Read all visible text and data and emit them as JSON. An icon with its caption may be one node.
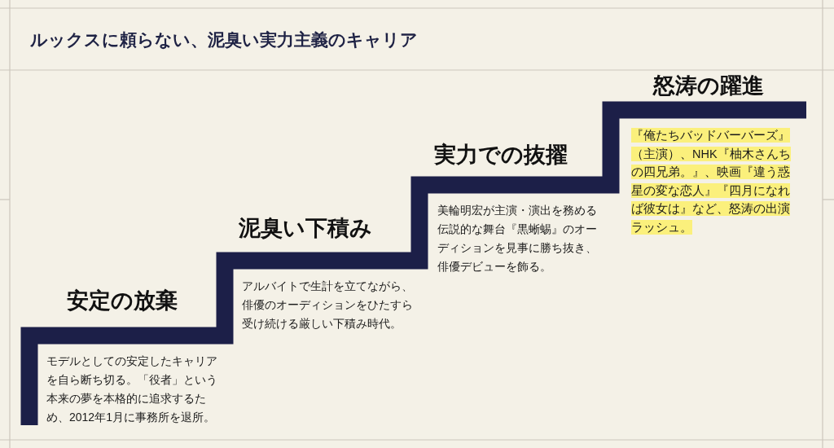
{
  "diagram": {
    "title": "ルックスに頼らない、泥臭い実力主義のキャリア",
    "nodes": [
      {
        "text": [
          "安定の放棄",
          "モデルとしての安定したキャリアを自ら断ち切る。「役者」という本来の夢を本格的に追求するため、2012年1月に事務所を退所。"
        ]
      },
      {
        "text": [
          "泥臭い下積み",
          "アルバイトで生計を立てながら、俳優のオーディションをひたすら受け続ける厳しい下積み時代。"
        ]
      },
      {
        "text": [
          "実力での抜擢",
          "美輪明宏が主演・演出を務める伝説的な舞台『黒蜥蜴』のオーディションを見事に勝ち抜き、俳優デビューを飾る。"
        ]
      },
      {
        "text": [
          "怒涛の躍進",
          "『俺たちバッドバーバーズ』（主演）、NHK『柚木さんちの四兄弟。』、映画『違う惑星の変な恋人』『四月になれば彼女は』など、怒涛の出演ラッシュ。"
        ]
      }
    ]
  }
}
